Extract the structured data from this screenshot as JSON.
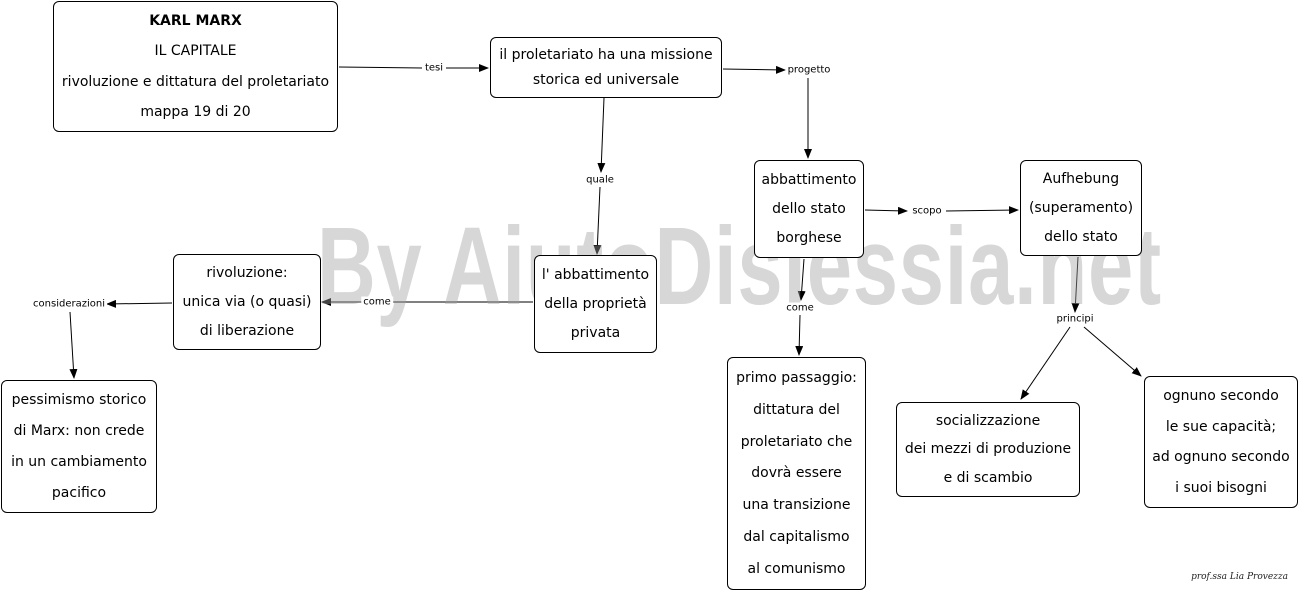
{
  "nodes": {
    "n_title": {
      "lines": [
        "KARL MARX",
        "IL CAPITALE",
        "rivoluzione e dittatura del proletariato",
        "mappa 19 di 20"
      ]
    },
    "n_mission": {
      "lines": [
        "il proletariato ha una missione",
        "storica ed universale"
      ]
    },
    "n_stato": {
      "lines": [
        "abbattimento",
        "dello stato",
        "borghese"
      ]
    },
    "n_aufheb": {
      "lines": [
        "Aufhebung",
        "(superamento)",
        "dello stato"
      ]
    },
    "n_proprieta": {
      "lines": [
        "l' abbattimento",
        "della proprietà",
        "privata"
      ]
    },
    "n_rivol": {
      "lines": [
        "rivoluzione:",
        "unica via (o quasi)",
        "di liberazione"
      ]
    },
    "n_pess": {
      "lines": [
        "pessimismo storico",
        "di Marx: non crede",
        "in un cambiamento",
        "pacifico"
      ]
    },
    "n_primo": {
      "lines": [
        "primo passaggio:",
        "dittatura del",
        "proletariato che",
        "dovrà essere",
        "una transizione",
        "dal capitalismo",
        "al comunismo"
      ]
    },
    "n_social": {
      "lines": [
        "socializzazione",
        "dei mezzi di produzione",
        "e di scambio"
      ]
    },
    "n_ognuno": {
      "lines": [
        "ognuno secondo",
        "le sue capacità;",
        "ad ognuno secondo",
        "i suoi bisogni"
      ]
    }
  },
  "labels": {
    "tesi": "tesi",
    "progetto": "progetto",
    "quale": "quale",
    "scopo": "scopo",
    "come1": "come",
    "come2": "come",
    "considerazioni": "considerazioni",
    "principi": "principi"
  },
  "watermark": "By AiutoDislessia.net",
  "credit": "prof.ssa Lia Provezza"
}
